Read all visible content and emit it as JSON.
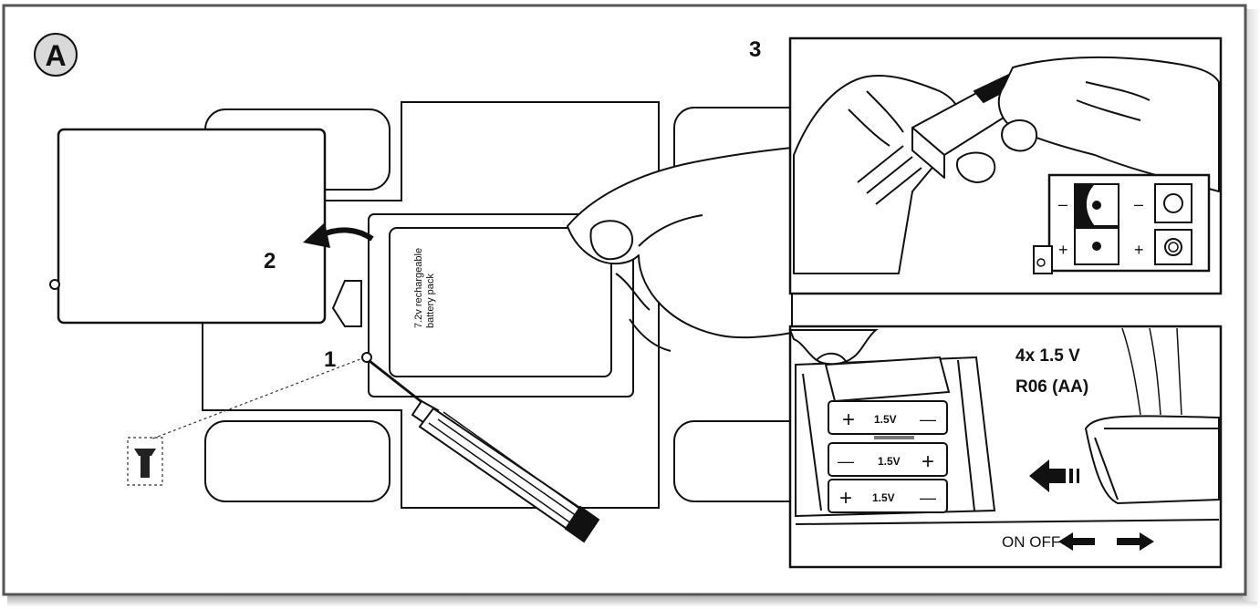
{
  "panel_label": "A",
  "steps": {
    "one": "1",
    "two": "2",
    "three": "3"
  },
  "battery_pack": {
    "line1": "7.2v rechargeable",
    "line2": "battery pack"
  },
  "connector_diagram": {
    "minus": "–",
    "plus": "+"
  },
  "aa_batteries": {
    "count_voltage": "4x 1.5 V",
    "type": "R06 (AA)",
    "cell_label": "1.5V",
    "plus_symbol": "+",
    "minus_symbol": "—"
  },
  "switch": {
    "label": "ON OFF"
  },
  "colors": {
    "frame_shadow": "#9a9a9a",
    "line": "#111111",
    "background": "#ffffff"
  },
  "icons": [
    "circle-badge-icon",
    "curved-arrow-icon",
    "screwdriver-icon",
    "screw-icon",
    "hand-icon",
    "left-arrow-icon",
    "right-arrow-icon"
  ]
}
